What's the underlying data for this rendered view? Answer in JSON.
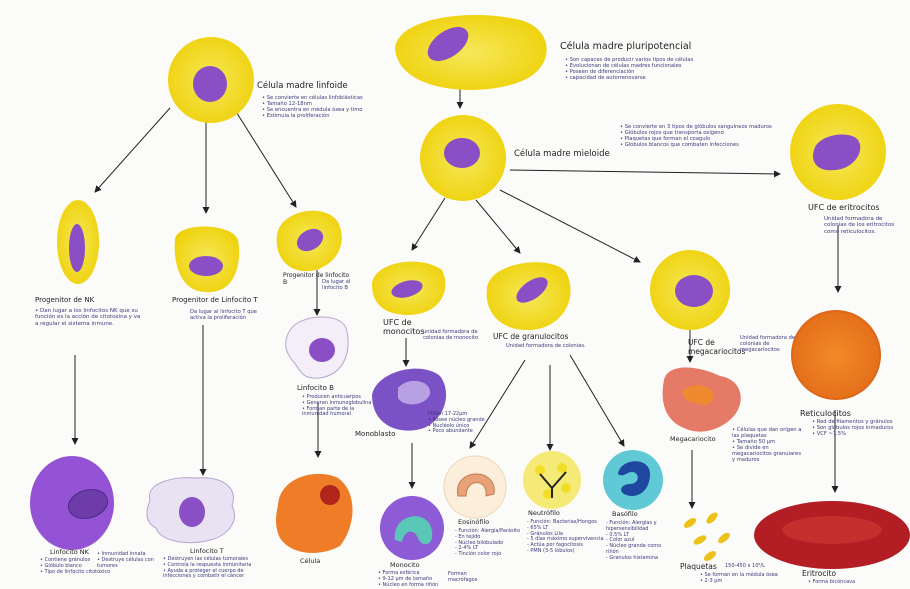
{
  "stem": {
    "title": "Célula madre pluripotencial",
    "notes": "• Son capaces de producir varios tipos de células\n• Evolucionan de células madres funcionales\n• Poseen de diferenciación\n• capacidad de autorrenovarse"
  },
  "lymphoid": {
    "title": "Célula madre linfoide",
    "notes": "• Se convierte en células linfoblásticas\n• Tamaño 12-18nm\n• Se encuentra en médula ósea y timo\n• Estimula la proliferación"
  },
  "myeloid": {
    "title": "Célula madre mieloide",
    "notes": "• Se convierte en 3 tipos de glóbulos sanguíneos maduros\n• Glóbulos rojos que transporta oxígeno\n• Plaquetas que forman el coagulo\n• Glóbulos blancos que combaten infecciones"
  },
  "nk_prog": {
    "title": "Progenitor de NK",
    "notes": "• Dan lugar a los linfocitos NK que su función es la acción de citotoxina y va a regular el sistema inmune."
  },
  "t_prog": {
    "title": "Progenitor de Linfocito T",
    "notes": "Da lugar al linfocito T que activa la proliferación"
  },
  "b_prog": {
    "title": "Progenitor de linfocito B",
    "notes": "Da lugar al linfocito B"
  },
  "lymph_b": {
    "title": "Linfocito B",
    "notes": "• Producen anticuerpos\n• Generan inmunoglobulina\n• Forman parte de la inmunidad humoral"
  },
  "ufc_mono": {
    "title": "UFC de monocitos",
    "notes": "unidad formadora de colonias de monocito"
  },
  "ufc_gran": {
    "title": "UFC de granulocitos",
    "notes": "Unidad formadora de colonias."
  },
  "ufc_mega": {
    "title": "UFC de megacariocitos",
    "notes": "Unidad formadora de colonias de megacariocitos"
  },
  "ufc_eri": {
    "title": "UFC de eritrocitos",
    "notes": "Unidad formadora de colonias de los eritrocitos como reticulocitos."
  },
  "monoblasto": {
    "title": "Monoblasto",
    "notes": "Miden 17-22µm\n• Posee núcleo grande\n• Nucléolo único\n• Poco abundante"
  },
  "megacariocito": {
    "title": "Megacariocito",
    "notes": "• Células que dan origen a las plaquetas\n• Tamaño 50 µm\n• Se divide en megacariocitos granulares y maduros"
  },
  "reticulocitos": {
    "title": "Reticulocitos",
    "notes": "• Red de filamentos y gránulos\n• Son glóbulos rojos inmaduros\n• VCF ~1.5%"
  },
  "linfocito_nk": {
    "title": "Linfocito NK",
    "notes": "• Contiene gránulos\n• Glóbulo blanco\n• Tipo de linfocito citotóxico",
    "side": "• Inmunidad innata\n• Destruye células con tumores"
  },
  "linfocito_t": {
    "title": "Linfocito T",
    "notes": "• Destruyen las células tumorales\n• Controla la respuesta inmunitaria\n• Ayuda a proteger el cuerpo de infecciones y combatir el cáncer"
  },
  "celula_plasma": {
    "title": "Célula"
  },
  "monocito": {
    "title": "Monocito",
    "notes": "• Forma esférica\n• 9-12 µm de tamaño\n• Núcleo en forma riñón",
    "side": "Forman macrófagos"
  },
  "eosinofilo": {
    "title": "Eosinófilo",
    "notes": "- Función: Alergia/Parásito\n- En tejido\n- Núcleo bilobulado\n- 2-4% LT\n- Tinción color rojo"
  },
  "neutrofilo": {
    "title": "Neutrófilo",
    "notes": "- Función: Bacterias/Hongos\n- 65% LT\n- Gránulos Lila\n- 5 días máximo supervivencia\n- Actúa por fagocitosis\n- PMN (3-5 lóbulos)"
  },
  "basofilo": {
    "title": "Basófilo",
    "notes": "- Función: Alergias y hipersensibilidad\n- 0.5% LT\n- Color azul\n- Núcleo grande como riñón\n- Granulos histamina"
  },
  "plaquetas": {
    "title": "Plaquetas",
    "side": "150-450 x 10⁹/L",
    "notes": "• Se forman en la médula ósea\n• 2-3 µm"
  },
  "eritrocito": {
    "title": "Eritrocito",
    "notes": "• Forma bicóncava"
  },
  "colors": {
    "cytoplasm_yellow": "#f1dc16",
    "nucleus_purple": "#8a4fc4",
    "ink": "#2f2c6e",
    "orange": "#ee7a1e",
    "red": "#b01c1c"
  }
}
